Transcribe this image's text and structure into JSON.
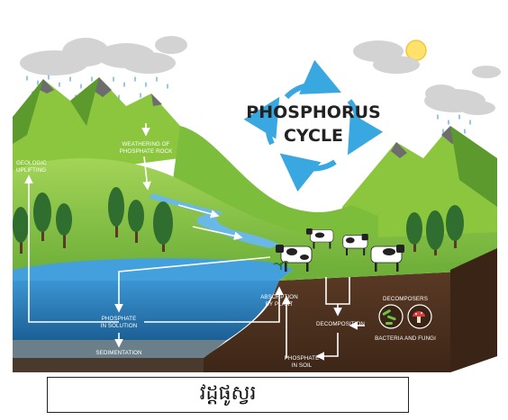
{
  "title": {
    "line1": "PHOSPHORUS",
    "line2": "CYCLE"
  },
  "labels": {
    "weathering_1": "WEATHERING OF",
    "weathering_2": "PHOSPHATE ROCK",
    "geologic_1": "GEOLOGIC",
    "geologic_2": "UPLIFTING",
    "absorption_1": "ABSORPTION",
    "absorption_2": "BY PLANT",
    "phosphate_solution_1": "PHOSPHATE",
    "phosphate_solution_2": "IN SOLUTION",
    "sedimentation": "SEDIMENTATION",
    "decomposition": "DECOMPOSITION",
    "phosphate_soil_1": "PHOSPHATE",
    "phosphate_soil_2": "IN SOIL",
    "decomposers": "DECOMPOSERS",
    "bacteria_fungi": "BACTERIA AND FUNGI"
  },
  "caption": "វដ្តផូស្វរ",
  "colors": {
    "sky_cloud": "#d6d6d6",
    "mountain_green": "#8cc63f",
    "grass_green": "#6fb03a",
    "dark_green": "#3e7d2a",
    "water_blue": "#2f86c6",
    "soil_brown": "#4a2f1f",
    "cycle_arrow": "#3aa8e0",
    "sun_yellow": "#ffe26b"
  }
}
